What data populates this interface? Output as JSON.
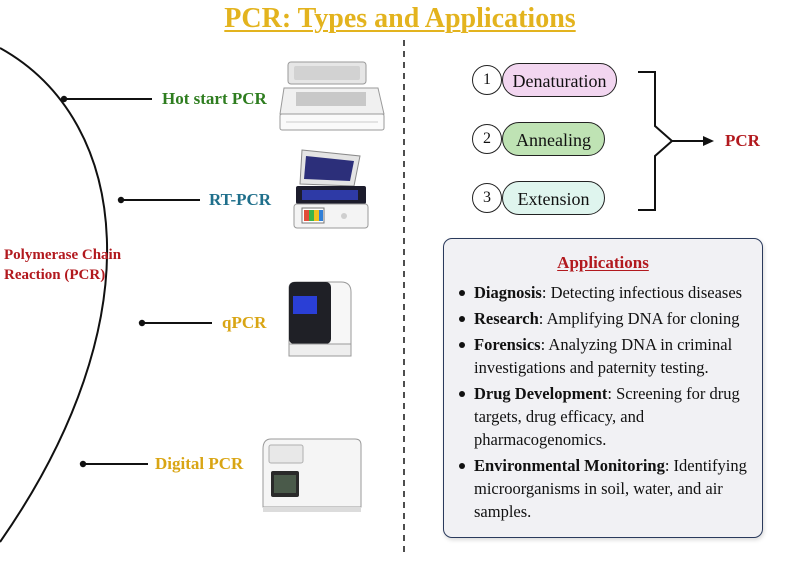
{
  "title": "PCR: Types and Applications",
  "center_label": "Polymerase Chain Reaction (PCR)",
  "types": [
    {
      "label": "Hot start PCR",
      "color": "#2e7d1f",
      "icon": "thermal-cycler-open-lid"
    },
    {
      "label": "RT-PCR",
      "color": "#1f6f8b",
      "icon": "rt-pcr-machine-open-lid"
    },
    {
      "label": "qPCR",
      "color": "#d9a514",
      "icon": "qpcr-machine"
    },
    {
      "label": "Digital PCR",
      "color": "#d9a514",
      "icon": "digital-pcr-machine"
    }
  ],
  "steps": [
    {
      "number": "1",
      "label": "Denaturation",
      "color": "#f2d6f0"
    },
    {
      "number": "2",
      "label": "Annealing",
      "color": "#bfe3b4"
    },
    {
      "number": "3",
      "label": "Extension",
      "color": "#dff5ee"
    }
  ],
  "steps_result": "PCR",
  "applications": {
    "title": "Applications",
    "items": [
      {
        "term": "Diagnosis",
        "text": ": Detecting infectious diseases"
      },
      {
        "term": "Research",
        "text": ": Amplifying DNA for cloning"
      },
      {
        "term": "Forensics",
        "text": ": Analyzing DNA  in criminal investigations and paternity testing."
      },
      {
        "term": "Drug Development",
        "text": ": Screening for drug targets, drug efficacy, and pharmacogenomics."
      },
      {
        "term": "Environmental Monitoring",
        "text": ": Identifying microorganisms in soil, water, and air samples."
      }
    ]
  }
}
